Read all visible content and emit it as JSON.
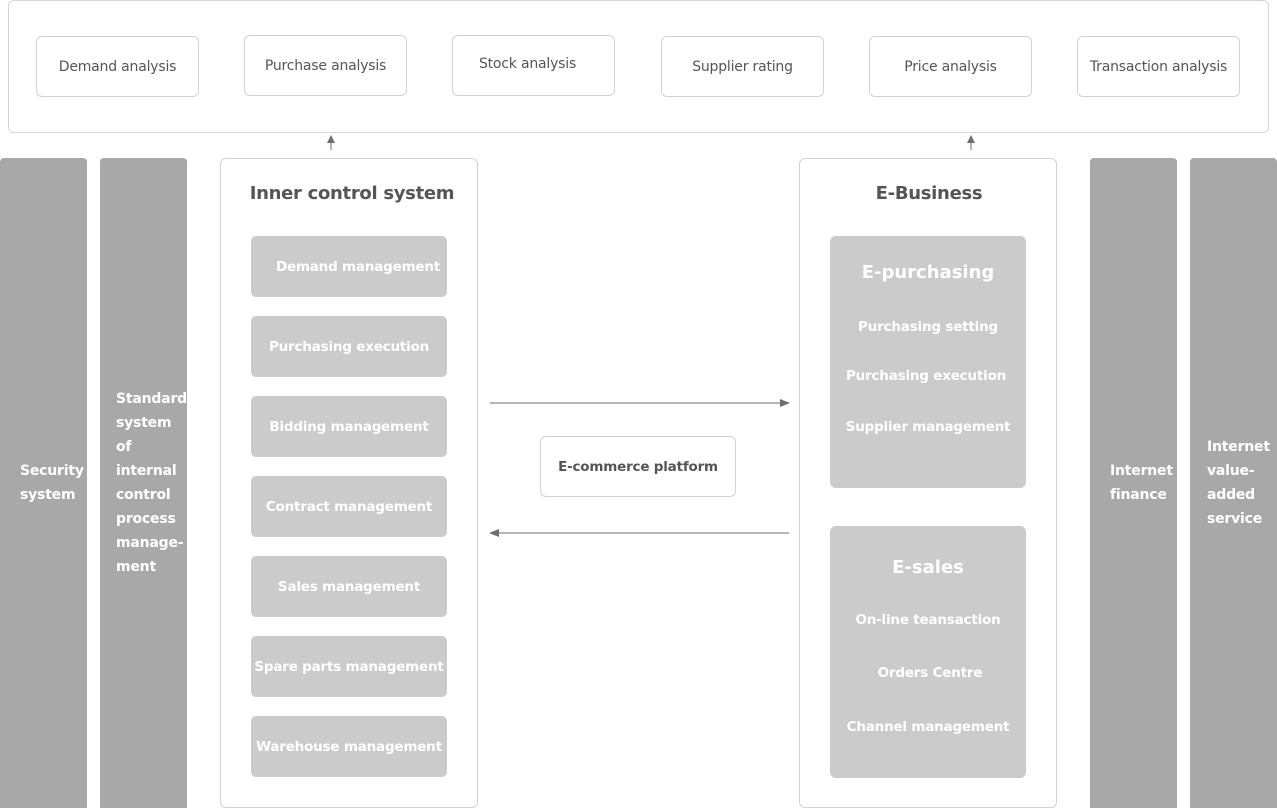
{
  "analysis": {
    "items": [
      {
        "label": "Demand analysis"
      },
      {
        "label": "Purchase analysis"
      },
      {
        "label": "Stock analysis"
      },
      {
        "label": "Supplier rating"
      },
      {
        "label": "Price analysis"
      },
      {
        "label": "Transaction analysis"
      }
    ]
  },
  "pillars": {
    "security": [
      "Security",
      "system"
    ],
    "standard": [
      "Standard",
      "system of",
      "internal",
      "control",
      "process",
      "manage-",
      "ment"
    ],
    "finance": [
      "Internet",
      "finance"
    ],
    "value_added": [
      "Internet",
      "value-",
      "added",
      "service"
    ]
  },
  "inner": {
    "title": "Inner control system",
    "items": [
      {
        "label": "Demand management"
      },
      {
        "label": "Purchasing execution"
      },
      {
        "label": "Bidding management"
      },
      {
        "label": "Contract management"
      },
      {
        "label": "Sales management"
      },
      {
        "label": "Spare parts management"
      },
      {
        "label": "Warehouse management"
      }
    ]
  },
  "platform": {
    "label": "E-commerce platform"
  },
  "ebusiness": {
    "title": "E-Business",
    "purchasing": {
      "title": "E-purchasing",
      "items": [
        {
          "label": "Purchasing setting"
        },
        {
          "label": "Purchasing execution"
        },
        {
          "label": "Supplier management"
        }
      ]
    },
    "sales": {
      "title": "E-sales",
      "items": [
        {
          "label": "On-line teansaction"
        },
        {
          "label": "Orders Centre"
        },
        {
          "label": "Channel management"
        }
      ]
    }
  },
  "colors": {
    "pillar": "#a8a8a8",
    "item": "#cbcbcb",
    "border": "#d2d2d2",
    "text": "#555555",
    "arrow": "#777777"
  }
}
